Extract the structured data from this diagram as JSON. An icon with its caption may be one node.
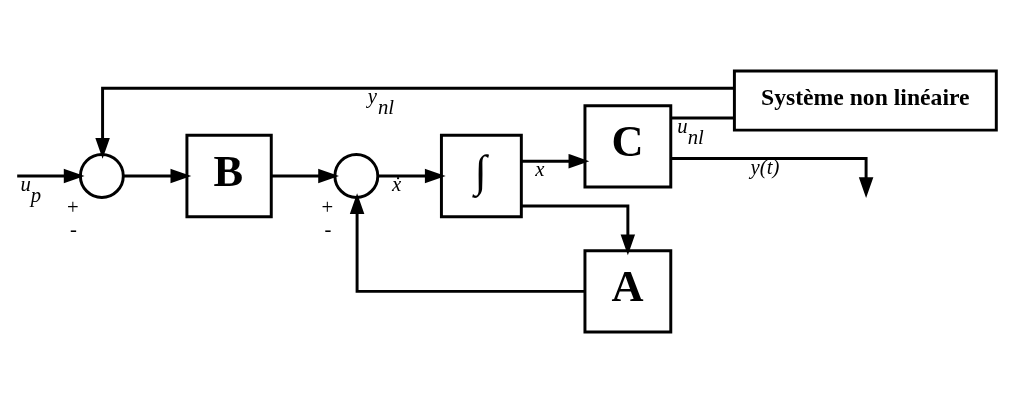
{
  "diagram": {
    "nodes": [
      {
        "text": [],
        "shape": "circle",
        "beside": [
          "+",
          "-"
        ]
      },
      {
        "text": [
          "B"
        ]
      },
      {
        "text": [],
        "shape": "circle",
        "beside": [
          "+",
          "-"
        ]
      },
      {
        "text": [
          "∫"
        ]
      },
      {
        "text": [
          "C"
        ]
      },
      {
        "text": [
          "A"
        ]
      },
      {
        "text": [
          "Système non linéaire"
        ]
      }
    ],
    "edges": [
      {
        "from": null,
        "to": 0,
        "arrow": "to",
        "label": "u$_{p}$"
      },
      {
        "from": 0,
        "to": 1,
        "arrow": "to"
      },
      {
        "from": 1,
        "to": 2,
        "arrow": "to"
      },
      {
        "from": 2,
        "to": 3,
        "arrow": "to",
        "label": "ẋ"
      },
      {
        "from": 3,
        "to": 4,
        "arrow": "to",
        "label": "x"
      },
      {
        "from": 3,
        "to": 5,
        "arrow": "to"
      },
      {
        "from": 5,
        "to": 2,
        "arrow": "to"
      },
      {
        "from": 4,
        "to": null,
        "arrow": "to",
        "label": "y(t)"
      },
      {
        "from": 4,
        "to": 6,
        "arrow": "none",
        "label": "u$_{nl}$"
      },
      {
        "from": 6,
        "to": 0,
        "arrow": "to",
        "label": "y$_{nl}$"
      }
    ]
  }
}
